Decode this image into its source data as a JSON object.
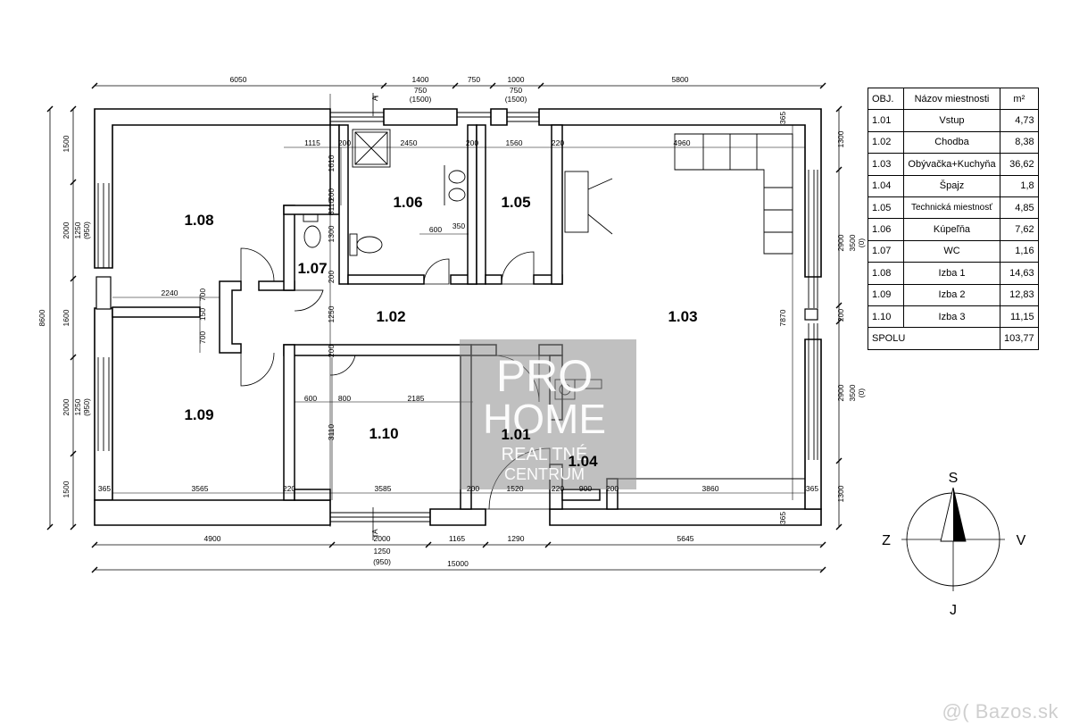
{
  "rooms": [
    {
      "id": "1.01",
      "name": "Vstup",
      "area": "4,73"
    },
    {
      "id": "1.02",
      "name": "Chodba",
      "area": "8,38"
    },
    {
      "id": "1.03",
      "name": "Obývačka+Kuchyňa",
      "area": "36,62"
    },
    {
      "id": "1.04",
      "name": "Špajz",
      "area": "1,8"
    },
    {
      "id": "1.05",
      "name": "Technická miestnosť",
      "area": "4,85"
    },
    {
      "id": "1.06",
      "name": "Kúpeľňa",
      "area": "7,62"
    },
    {
      "id": "1.07",
      "name": "WC",
      "area": "1,16"
    },
    {
      "id": "1.08",
      "name": "Izba 1",
      "area": "14,63"
    },
    {
      "id": "1.09",
      "name": "Izba 2",
      "area": "12,83"
    },
    {
      "id": "1.10",
      "name": "Izba 3",
      "area": "11,15"
    }
  ],
  "table": {
    "col_obj": "OBJ.",
    "col_name": "Názov miestnosti",
    "col_area": "m²",
    "total_label": "SPOLU",
    "total_area": "103,77"
  },
  "compass": {
    "north": "S",
    "south": "J",
    "west": "Z",
    "east": "V"
  },
  "watermark": {
    "line1": "PRO",
    "line2": "HOME",
    "line3": "REAL TNÉ",
    "line4": "CENTRUM"
  },
  "brand": "@( Bazos.sk",
  "section_mark": "A",
  "dims": {
    "top": [
      "6050",
      "1400",
      "750",
      "1000",
      "5800"
    ],
    "top_sub": [
      "750",
      "(1500)",
      "750",
      "(1500)"
    ],
    "bottom1": [
      "4900",
      "2000",
      "1165",
      "1290",
      "5645"
    ],
    "bottom_sub": [
      "1250",
      "(950)"
    ],
    "bottom_total": "15000",
    "left_outer": "8600",
    "left": [
      "1500",
      "2000",
      "1250",
      "(950)",
      "1600",
      "2000",
      "1250",
      "(950)",
      "1500"
    ],
    "right": [
      "1300",
      "2900",
      "3500",
      "(0)",
      "200",
      "2900",
      "3500",
      "(0)",
      "1300"
    ],
    "inner": [
      "1115",
      "200",
      "2450",
      "200",
      "1560",
      "220",
      "4960",
      "1610",
      "3110",
      "600",
      "350",
      "1300",
      "200",
      "2240",
      "700",
      "150",
      "700",
      "1250",
      "200",
      "7870",
      "200",
      "600",
      "800",
      "2185",
      "3110",
      "365",
      "3565",
      "220",
      "3585",
      "200",
      "1520",
      "220",
      "900",
      "200",
      "3860",
      "365",
      "365",
      "365"
    ]
  }
}
